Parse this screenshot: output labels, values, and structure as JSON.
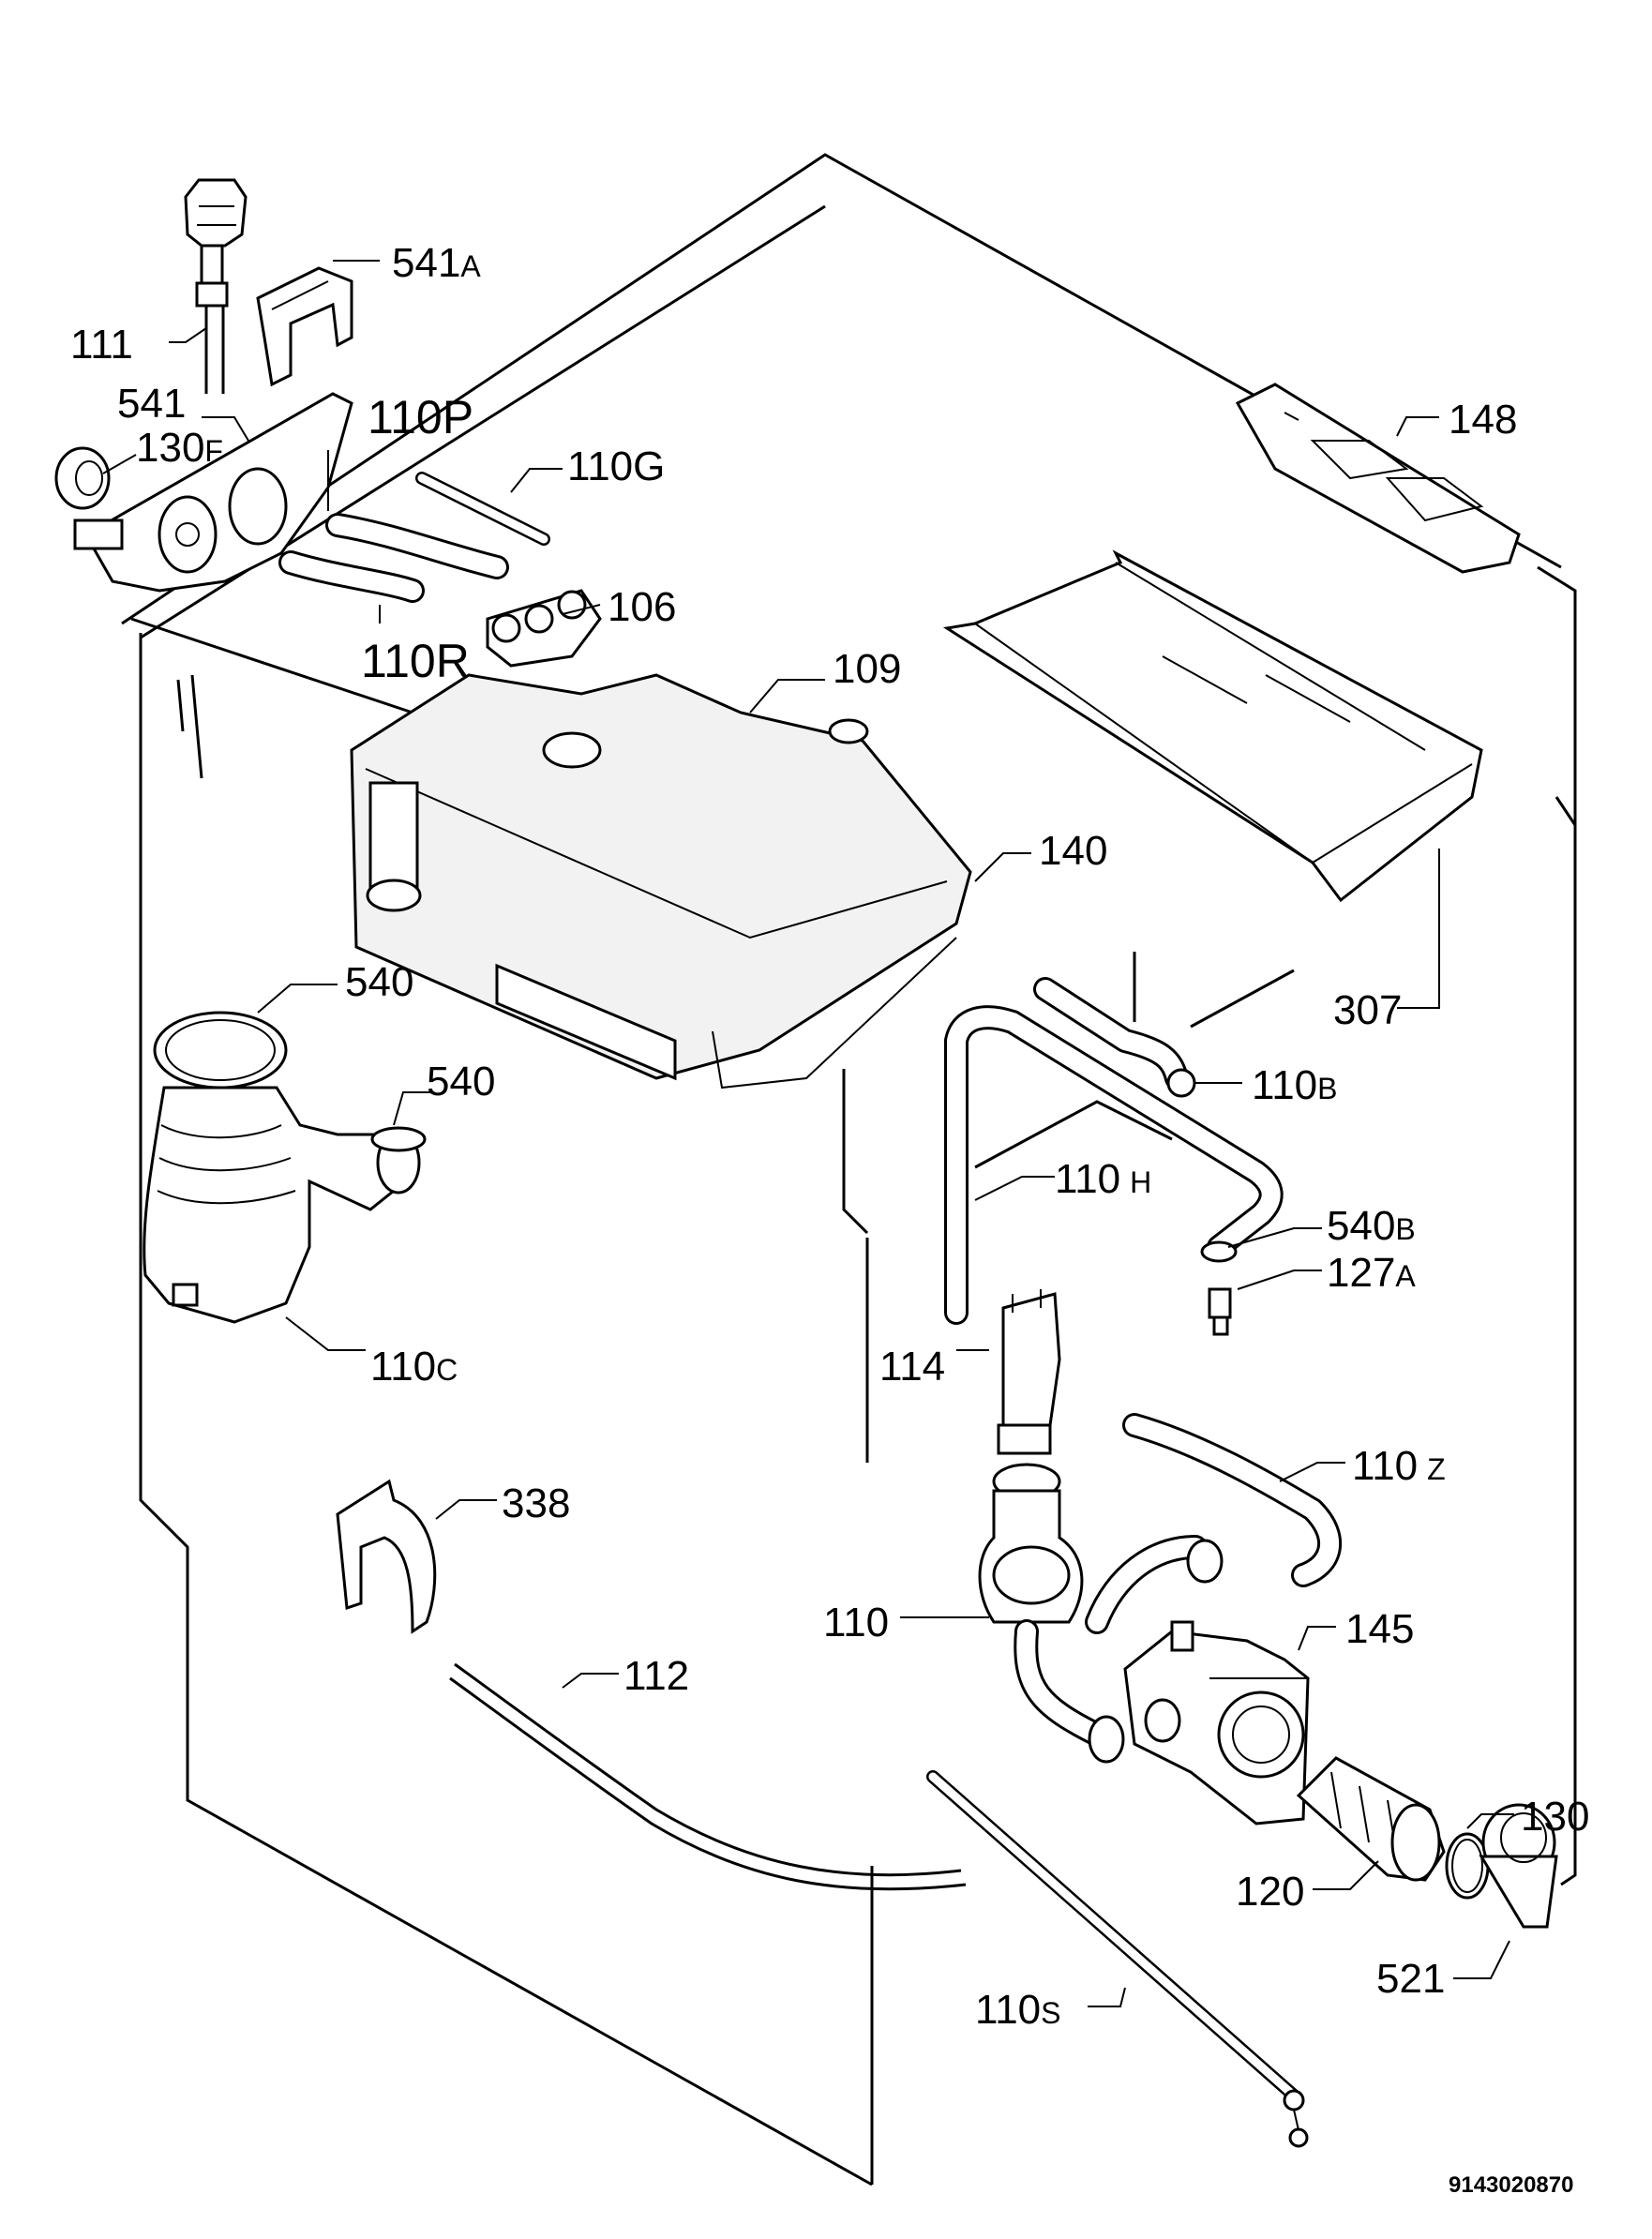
{
  "callouts": {
    "c111": "111",
    "c541A": "541",
    "c541A_suffix": "A",
    "c541": "541",
    "c130F": "130",
    "c130F_suffix": "F",
    "c110P": "110P",
    "c110G": "110G",
    "c148": "148",
    "c106": "106",
    "c110R": "110R",
    "c109": "109",
    "c140": "140",
    "c307": "307",
    "c540a": "540",
    "c540b": "540",
    "c110B": "110",
    "c110B_suffix": "B",
    "c110H": "110",
    "c110H_suffix": "H",
    "c540B": "540",
    "c540B_suffix": "B",
    "c127A": "127",
    "c127A_suffix": "A",
    "c110C": "110",
    "c110C_suffix": "C",
    "c114": "114",
    "c110Z": "110",
    "c110Z_suffix": "Z",
    "c338": "338",
    "c110": "110",
    "c145": "145",
    "c112": "112",
    "c130": "130",
    "c120": "120",
    "c110S": "110",
    "c110S_suffix": "S",
    "c521": "521"
  },
  "document_number": "9143020870"
}
